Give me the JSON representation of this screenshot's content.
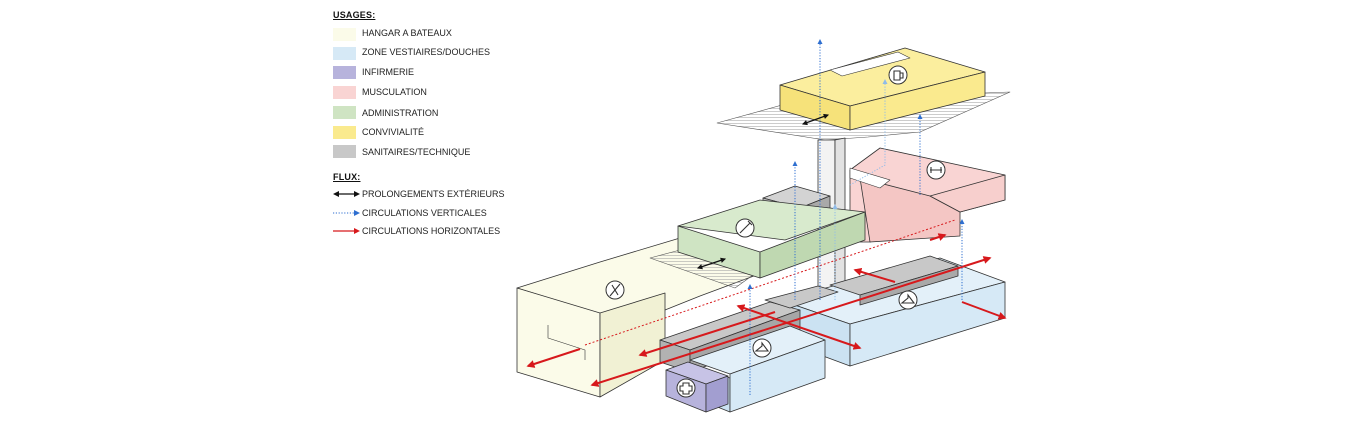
{
  "legend": {
    "usages_title": "USAGES:",
    "usages": [
      {
        "label": "HANGAR A BATEAUX",
        "color": "#fbfbe9"
      },
      {
        "label": "ZONE VESTIAIRES/DOUCHES",
        "color": "#d6e9f6"
      },
      {
        "label": "INFIRMERIE",
        "color": "#b7b3dc"
      },
      {
        "label": "MUSCULATION",
        "color": "#f9d4d3"
      },
      {
        "label": "ADMINISTRATION",
        "color": "#cfe4c3"
      },
      {
        "label": "CONVIVIALITÉ",
        "color": "#faea8e"
      },
      {
        "label": "SANITAIRES/TECHNIQUE",
        "color": "#c8c8c8"
      }
    ],
    "flux_title": "FLUX:",
    "flux": [
      {
        "label": "PROLONGEMENTS EXTÉRIEURS",
        "color": "#111111",
        "style": "double-arrow"
      },
      {
        "label": "CIRCULATIONS VERTICALES",
        "color": "#2f6fd0",
        "style": "dotted-arrow"
      },
      {
        "label": "CIRCULATIONS HORIZONTALES",
        "color": "#d7191c",
        "style": "arrow"
      }
    ]
  },
  "diagram": {
    "icons": [
      {
        "name": "kayak-icon"
      },
      {
        "name": "pencil-icon"
      },
      {
        "name": "beer-mug-icon"
      },
      {
        "name": "dumbbell-icon"
      },
      {
        "name": "hanger-icon"
      },
      {
        "name": "hanger-icon-2"
      },
      {
        "name": "medical-cross-icon"
      }
    ]
  }
}
